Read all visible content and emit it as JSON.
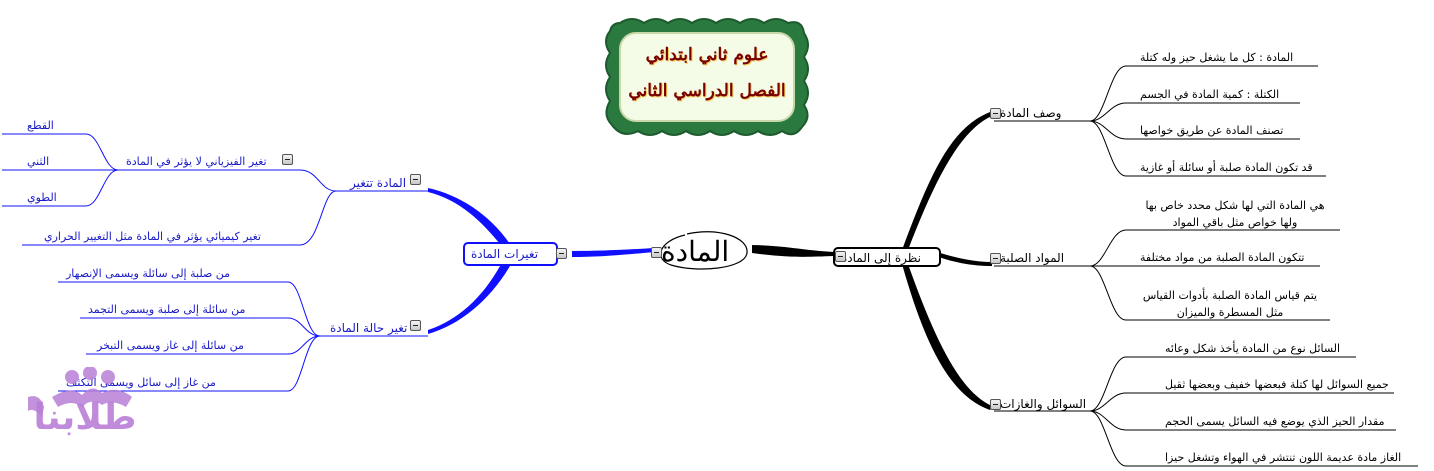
{
  "title": {
    "line1": "علوم ثاني ابتدائي",
    "line2": "الفصل الدراسي الثاني"
  },
  "center": {
    "label": "المادة"
  },
  "right": {
    "main": "نظرة إلى المادة",
    "groups": [
      {
        "label": "وصف المادة",
        "items": [
          "المادة : كل ما يشغل حيز وله كتلة",
          "الكتلة : كمية المادة في الجسم",
          "تصنف المادة عن طريق خواصها",
          "قد تكون المادة صلبة أو سائلة أو غازية"
        ]
      },
      {
        "label": "المواد الصلبة",
        "items": [
          "هي المادة التي لها شكل محدد خاص بها\nولها خواص مثل باقي المواد",
          "تتكون المادة الصلبة من مواد مختلفة",
          "يتم قياس المادة الصلبة بأدوات القياس\nمثل المسطرة والميزان"
        ]
      },
      {
        "label": "السوائل والغازات",
        "items": [
          "السائل نوع من المادة يأخذ شكل وعائه",
          "جميع السوائل لها كتلة فبعضها خفيف وبعضها ثقيل",
          "مقدار الحيز الذي يوضع فيه السائل يسمى الحجم",
          "الغاز مادة عديمة اللون تنتشر في الهواء وتشغل حيزا"
        ]
      }
    ]
  },
  "left": {
    "main": "تغيرات المادة",
    "groups": [
      {
        "label": "المادة تتغير",
        "items": [
          {
            "label": "تغير الفيزياني لا يؤثر في المادة",
            "items": [
              "القطع",
              "الثني",
              "الطوي"
            ]
          },
          {
            "label": "تغير كيميائي يؤثر في المادة مثل التغيير الحراري"
          }
        ]
      },
      {
        "label": "تغير حالة المادة",
        "items": [
          "من صلبة إلى سائلة ويسمى الإنصهار",
          "من سائلة إلى صلبة ويسمى التجمد",
          "من سائلة إلى غاز ويسمى التبخر",
          "من غاز إلى سائل ويسمى التكثف"
        ]
      }
    ]
  },
  "watermark": {
    "text": "طلابنا"
  },
  "colors": {
    "left_branch": "#1010ff",
    "right_branch": "#000000",
    "frame_green": "#2a7a40",
    "watermark": "#b97fd6"
  }
}
